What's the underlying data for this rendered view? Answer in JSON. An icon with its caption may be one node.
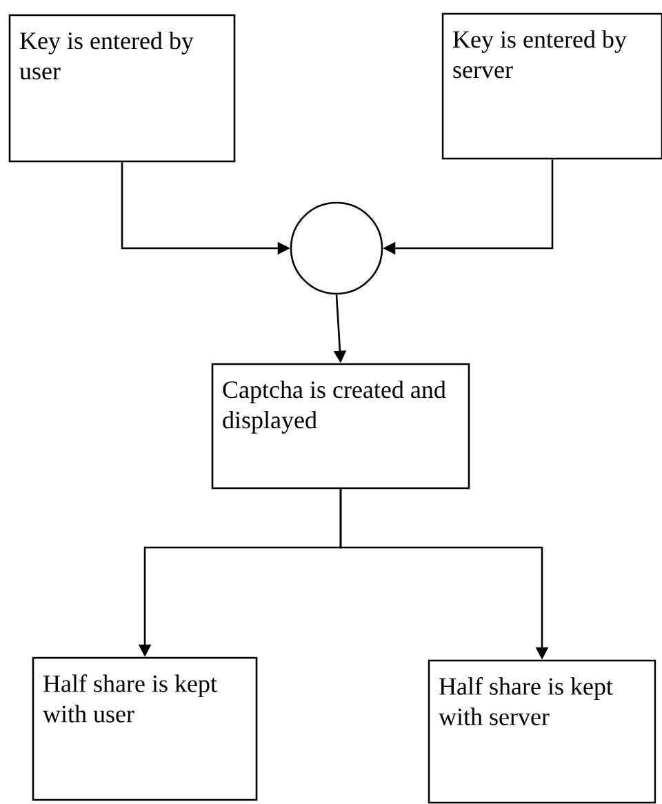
{
  "diagram": {
    "nodes": [
      {
        "text": [
          "Key is entered by user"
        ]
      },
      {
        "text": [
          "Key is entered by server"
        ]
      },
      {
        "text": [],
        "shape": "circle"
      },
      {
        "text": [
          "Captcha is created and displayed"
        ]
      },
      {
        "text": [
          "Half share is kept with user"
        ]
      },
      {
        "text": [
          "Half share is kept with server"
        ]
      }
    ],
    "edges": [
      {
        "from": 0,
        "to": 2,
        "arrow": "to"
      },
      {
        "from": 1,
        "to": 2,
        "arrow": "to"
      },
      {
        "from": 2,
        "to": 3,
        "arrow": "to"
      },
      {
        "from": 3,
        "to": 4,
        "arrow": "to"
      },
      {
        "from": 3,
        "to": 5,
        "arrow": "to"
      }
    ]
  }
}
